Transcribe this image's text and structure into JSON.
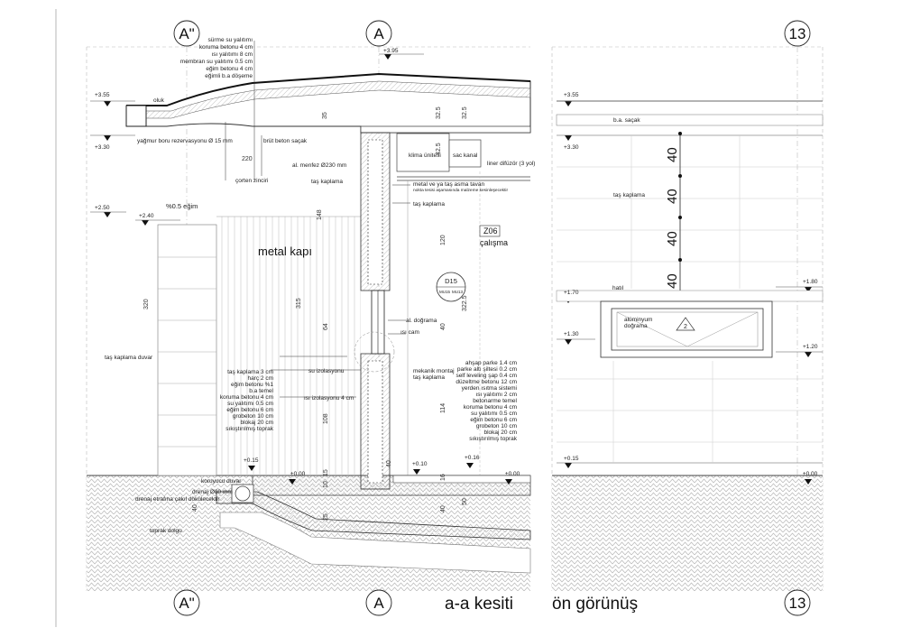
{
  "axes": {
    "a_double_prime": "A\"",
    "a": "A",
    "thirteen": "13"
  },
  "titles": {
    "section": "a-a kesiti",
    "front": "ön görünüş"
  },
  "roof_layers": [
    "sürme su yalıtımı",
    "koruma betonu 4 cm",
    "ısı yalıtımı 8 cm",
    "membran su yalıtımı 0.5 cm",
    "eğim betonu 4 cm",
    "eğimli b.a döşeme"
  ],
  "left_labels": {
    "oluk": "oluk",
    "rain_pipe": "yağmur boru rezervasyonu Ø 15 mm",
    "brut": "brüt beton saçak",
    "menfez": "al. menfez Ø230 mm",
    "corten": "çorten zinciri",
    "slope": "%0.5 eğim",
    "metal_door": "metal kapı",
    "wall": "taş kaplama duvar",
    "tas_kaplama": "taş kaplama",
    "su_izolasyonu": "su izolasyonu",
    "isi_izolasyonu": "ısı izolasyonu 4 cm",
    "koruyucu": "koruyucu duvar",
    "drenaj": "drenaj Ø80 mm",
    "drenaj_cakil": "drenaj etrafına çakıl dökülecektir",
    "toprak": "toprak dolgu"
  },
  "floor_layers_left": [
    "taş kaplama 3 cm",
    "harç 2 cm",
    "eğim betonu %1",
    "b.a temel",
    "koruma betonu 4 cm",
    "su yalıtımı 0.5 cm",
    "eğim betonu 6 cm",
    "grobeton 10 cm",
    "blokaj 20 cm",
    "sıkıştırılmış toprak"
  ],
  "floor_layers_right": [
    "ahşap parke 1.4 cm",
    "parke altı şiltesi 0.2 cm",
    "self leveling şap 0.4 cm",
    "düzeltme betonu 12 cm",
    "yerden ısıtma sistemi",
    "ısı yalıtımı 2 cm",
    "betonarme temel",
    "koruma betonu 4 cm",
    "su yalıtımı 0.5 cm",
    "eğim betonu 6 cm",
    "grobeton 10 cm",
    "blokaj 20 cm",
    "sıkıştırılmış toprak"
  ],
  "center_labels": {
    "klima": "klima ünitesi",
    "sac_kanal": "sac kanal",
    "liner": "liner difüzör (3 yol)",
    "asma_tavan": "metal ve ya taş asma tavan",
    "asma_note": "nokta tesisi aşamasında malzeme kesinleşecektir",
    "tas_kaplama2": "taş kaplama",
    "z06_code": "Z06",
    "z06_name": "çalışma",
    "d15": "D15",
    "mu15": "MU15",
    "mu13": "MU13",
    "al_dograma": "al. doğrama",
    "isi_cam": "ısı cam",
    "mekanik": "mekanik montaj",
    "tas_kaplama3": "taş kaplama"
  },
  "levels": {
    "p395": "+3.95",
    "p355": "+3.55",
    "p330": "+3.30",
    "p250": "+2.50",
    "p240": "+2.40",
    "p015": "+0.15",
    "p000": "±0.00",
    "p010": "+0.10",
    "p016": "+0.16",
    "r355": "+3.55",
    "r330": "+3.30",
    "r170": "+1.70",
    "r130": "+1.30",
    "r180": "+1.80",
    "r120": "+1.20",
    "r015": "+0.15",
    "r000": "±0.00"
  },
  "dims": {
    "d35": "35",
    "d325a": "32.5",
    "d325b": "32.5",
    "d220": "220",
    "d148": "148",
    "d320": "320",
    "d315": "315",
    "d64": "64",
    "d108": "108",
    "d425": "42.5",
    "d120": "120",
    "d40a": "40",
    "d3225": "322.5",
    "d114": "114",
    "d15": "15",
    "d10": "10",
    "d40b": "40",
    "d25": "25",
    "d16": "16",
    "d50": "50",
    "d40c": "40",
    "d40d": "40"
  },
  "front_view": {
    "sacak": "b.a. saçak",
    "tas": "taş kaplama",
    "hatil": "hatıl",
    "aluminyum": "alüminyum",
    "dograma": "doğrama",
    "window_no": "2",
    "dims": [
      "40",
      "40",
      "40",
      "40"
    ]
  }
}
